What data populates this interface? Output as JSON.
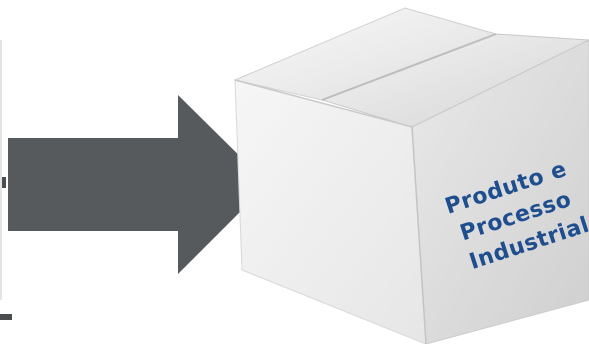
{
  "box": {
    "label_lines": [
      "Produto e",
      "Processo",
      "Industrial"
    ]
  },
  "icons": {
    "arrow": "right-arrow-icon",
    "box": "cardboard-box-icon"
  },
  "colors": {
    "arrow": "#575a5c",
    "box_label": "#1f4e8f",
    "left_bracket": "#4a4d50",
    "box_side_light": "#f2f2f2",
    "box_side_shade": "#d9d9d9",
    "box_top": "#e8e8e8"
  }
}
